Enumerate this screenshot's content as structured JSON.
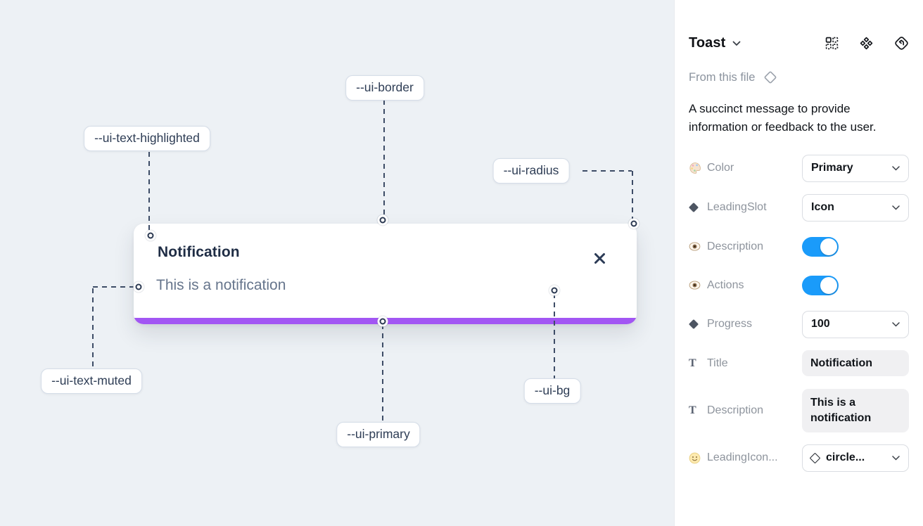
{
  "colors": {
    "primary_purple": "#a256f3",
    "toggle_on": "#1a9bfa"
  },
  "canvas": {
    "toast": {
      "title": "Notification",
      "description": "This is a notification"
    },
    "token_labels": {
      "border": "--ui-border",
      "text_highlighted": "--ui-text-highlighted",
      "radius": "--ui-radius",
      "text_muted": "--ui-text-muted",
      "primary": "--ui-primary",
      "bg": "--ui-bg"
    }
  },
  "panel": {
    "title": "Toast",
    "source_label": "From this file",
    "description": "A succinct message to provide information or feedback to the user.",
    "properties": [
      {
        "label": "Color",
        "type": "select",
        "value": "Primary",
        "icon": "palette-icon"
      },
      {
        "label": "LeadingSlot",
        "type": "select",
        "value": "Icon",
        "icon": "diamond-icon"
      },
      {
        "label": "Description",
        "type": "toggle",
        "value": "on",
        "icon": "eye-icon"
      },
      {
        "label": "Actions",
        "type": "toggle",
        "value": "on",
        "icon": "eye-icon"
      },
      {
        "label": "Progress",
        "type": "select",
        "value": "100",
        "icon": "diamond-icon"
      },
      {
        "label": "Title",
        "type": "text",
        "value": "Notification",
        "icon": "text-icon"
      },
      {
        "label": "Description",
        "type": "text",
        "value": "This is a notification",
        "icon": "text-icon"
      },
      {
        "label": "LeadingIcon...",
        "type": "instance-select",
        "value": "circle...",
        "icon": "smiley-icon"
      }
    ]
  }
}
